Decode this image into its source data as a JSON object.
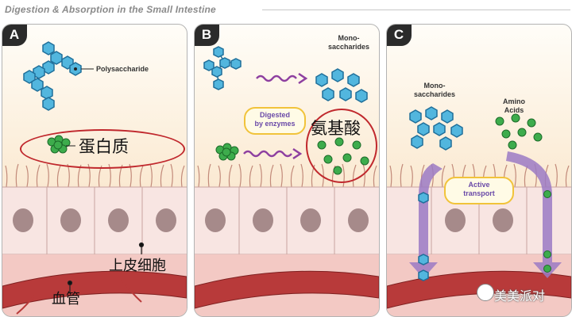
{
  "header": {
    "title": "Digestion & Absorption in the Small Intestine"
  },
  "panels": {
    "a": {
      "badge": "A",
      "polysaccharide_label": "Polysaccharide",
      "protein_label": "蛋白质",
      "epithelial_label": "上皮细胞",
      "blood_vessel_label": "血管"
    },
    "b": {
      "badge": "B",
      "mono_label": "Mono-\nsaccharides",
      "enzymes_label": "Digested\nby enzymes",
      "amino_label": "氨基酸"
    },
    "c": {
      "badge": "C",
      "mono_label": "Mono-\nsaccharides",
      "amino_label": "Amino\nAcids",
      "transport_label": "Active\ntransport"
    }
  },
  "watermark": {
    "text": "美美派对"
  },
  "colors": {
    "hexagon_fill": "#52b6de",
    "hexagon_stroke": "#1f6f9a",
    "amino_fill": "#3dac4c",
    "amino_stroke": "#1d6b2a",
    "enzyme_wave": "#8e3fa0",
    "circle_highlight": "#c0282d",
    "active_transport_arrow": "#9b7ac4",
    "cell_nucleus": "#a68a8a",
    "blood_vessel": "#b83a3a"
  }
}
